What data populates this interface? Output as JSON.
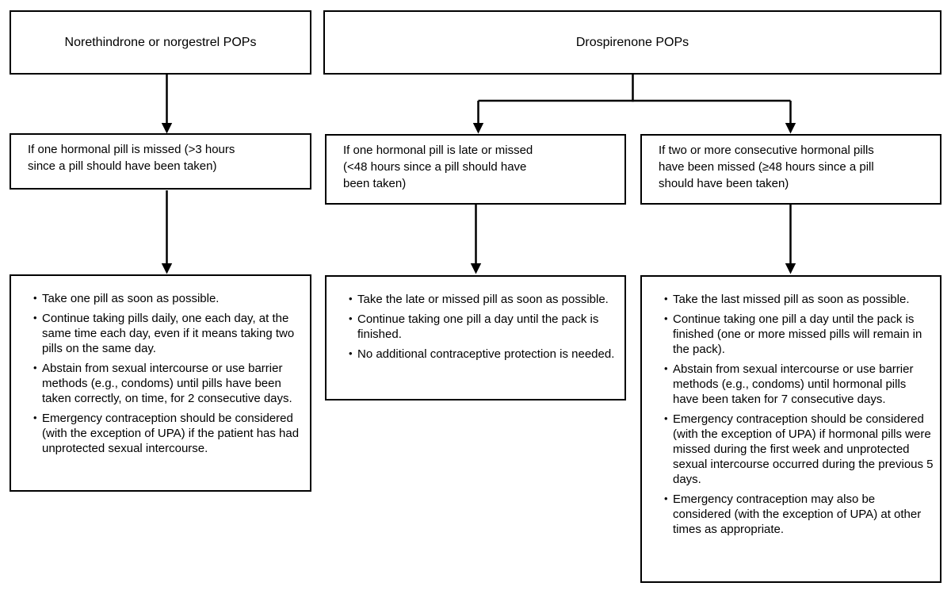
{
  "colors": {
    "ink": "#000000",
    "background": "#ffffff"
  },
  "flowchart": {
    "branches": {
      "norethindrone": {
        "header": "Norethindrone or norgestrel POPs",
        "condition_lines": [
          "If one hormonal pill is missed (>3 hours",
          "since a pill should have been taken)"
        ],
        "actions": [
          "Take one pill as soon as possible.",
          "Continue taking pills daily, one each day, at the same time each day, even if it means taking two pills on the same day.",
          "Abstain from sexual intercourse or use barrier methods (e.g., condoms) until pills have been taken correctly, on time, for 2 consecutive days.",
          "Emergency contraception should be considered (with the exception of UPA) if the patient has had unprotected sexual intercourse."
        ]
      },
      "drospirenone": {
        "header": "Drospirenone POPs",
        "late_or_missed": {
          "condition_lines": [
            "If one hormonal pill is late or missed",
            "(<48 hours since a pill should have",
            "been taken)"
          ],
          "actions": [
            "Take the late or missed pill as soon as possible.",
            "Continue taking one pill a day until the pack is finished.",
            "No additional contraceptive protection is needed."
          ]
        },
        "two_or_more_missed": {
          "condition_lines": [
            "If two or more consecutive hormonal pills",
            "have been missed (≥48 hours since a pill",
            "should have been taken)"
          ],
          "actions": [
            "Take the last missed pill as soon as possible.",
            "Continue taking one pill a day until the pack is finished (one or more missed pills will remain in the pack).",
            "Abstain from sexual intercourse or use barrier methods (e.g., condoms) until hormonal pills have been taken for 7 consecutive days.",
            "Emergency contraception should be considered (with the exception of UPA) if hormonal pills were missed during the first week and unprotected sexual intercourse occurred during the previous 5 days.",
            "Emergency contraception may also be considered (with the exception of UPA) at other times as appropriate."
          ]
        }
      }
    }
  }
}
